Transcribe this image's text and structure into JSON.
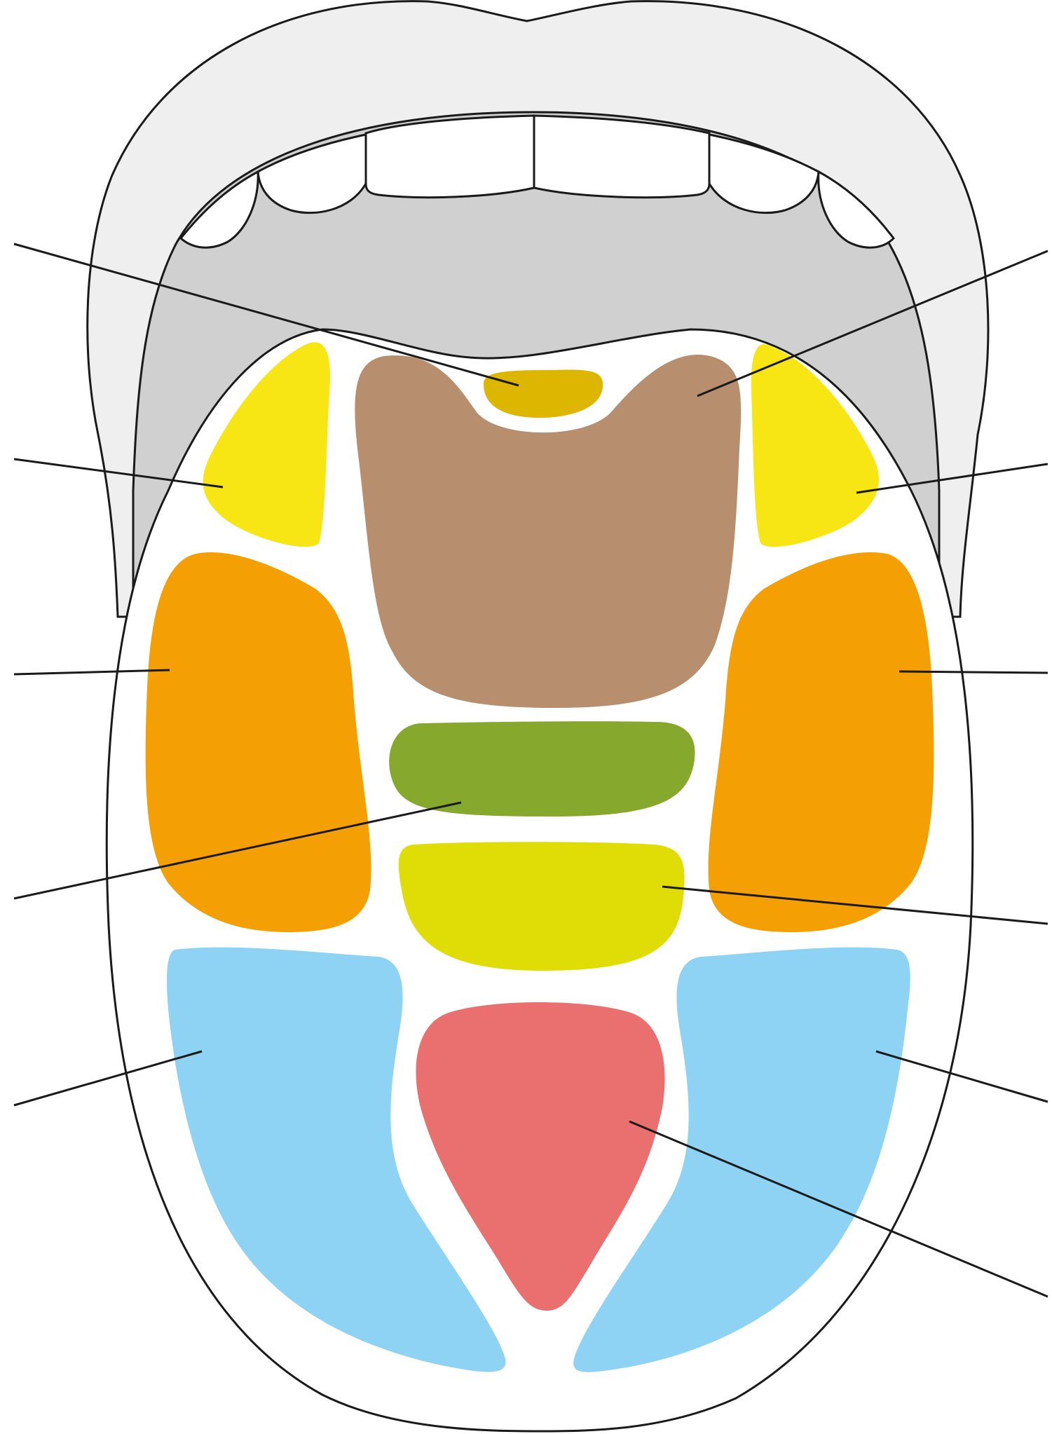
{
  "diagram": {
    "colors": {
      "outer_lip": "#efefef",
      "mouth_cavity": "#d0d0d0",
      "teeth": "#ffffff",
      "tongue": "#ffffff",
      "outline": "#1a1a1a",
      "zone_tip": "#dcb600",
      "zone_back_center": "#b88f6e",
      "zone_upper_side": "#f8e514",
      "zone_side": "#f4a004",
      "zone_center": "#86a82c",
      "zone_lower_center": "#dfdd05",
      "zone_front_side": "#8ed2f4",
      "zone_front_center": "#ea6f6f"
    },
    "zones": [
      "tip-zone",
      "back-center-zone",
      "upper-left-zone",
      "upper-right-zone",
      "left-side-zone",
      "right-side-zone",
      "center-zone",
      "lower-center-zone",
      "front-left-zone",
      "front-right-zone",
      "front-center-zone"
    ],
    "leader_lines": 11,
    "labels": []
  }
}
